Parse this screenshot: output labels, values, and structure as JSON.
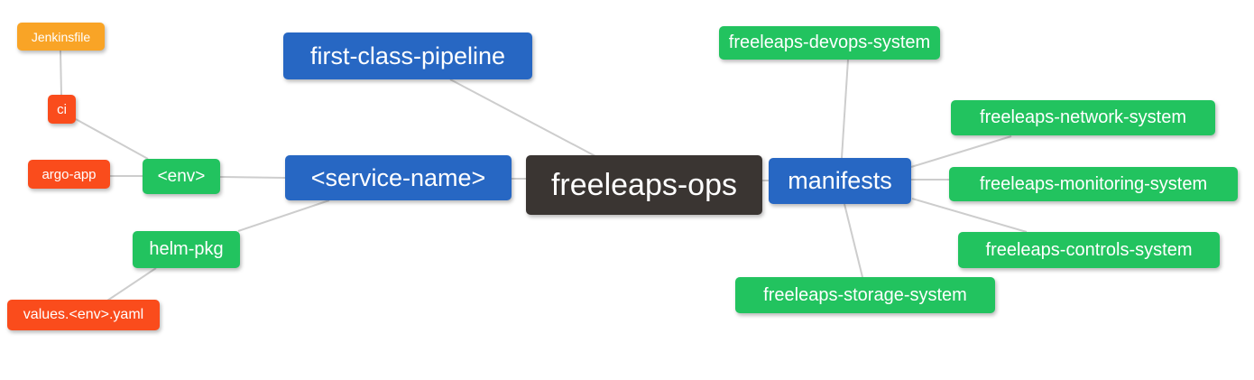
{
  "diagram": {
    "type": "mindmap",
    "root": "freeleaps-ops",
    "background": "#ffffff"
  },
  "colors": {
    "blue": "#2767c3",
    "green": "#22c35f",
    "orange": "#f9a426",
    "red": "#fa4c1c",
    "dark": "#3a3532",
    "edge": "#cdcdcd",
    "node_text": "#ffffff"
  },
  "nodes": {
    "jenkinsfile": {
      "label": "Jenkinsfile",
      "color": "#f9a426"
    },
    "ci": {
      "label": "ci",
      "color": "#fa4c1c"
    },
    "argo_app": {
      "label": "argo-app",
      "color": "#fa4c1c"
    },
    "env": {
      "label": "<env>",
      "color": "#22c35f"
    },
    "helm_pkg": {
      "label": "helm-pkg",
      "color": "#22c35f"
    },
    "values_env_yaml": {
      "label": "values.<env>.yaml",
      "color": "#fa4c1c"
    },
    "first_class_pipeline": {
      "label": "first-class-pipeline",
      "color": "#2767c3"
    },
    "service_name": {
      "label": "<service-name>",
      "color": "#2767c3"
    },
    "freeleaps_ops": {
      "label": "freeleaps-ops",
      "color": "#3a3532"
    },
    "manifests": {
      "label": "manifests",
      "color": "#2767c3"
    },
    "devops_system": {
      "label": "freeleaps-devops-system",
      "color": "#22c35f"
    },
    "network_system": {
      "label": "freeleaps-network-system",
      "color": "#22c35f"
    },
    "monitoring_system": {
      "label": "freeleaps-monitoring-system",
      "color": "#22c35f"
    },
    "controls_system": {
      "label": "freeleaps-controls-system",
      "color": "#22c35f"
    },
    "storage_system": {
      "label": "freeleaps-storage-system",
      "color": "#22c35f"
    }
  },
  "edges": [
    {
      "from": "jenkinsfile",
      "to": "ci"
    },
    {
      "from": "ci",
      "to": "env"
    },
    {
      "from": "argo_app",
      "to": "env"
    },
    {
      "from": "env",
      "to": "service_name"
    },
    {
      "from": "service_name",
      "to": "helm_pkg"
    },
    {
      "from": "helm_pkg",
      "to": "values_env_yaml"
    },
    {
      "from": "service_name",
      "to": "freeleaps_ops"
    },
    {
      "from": "first_class_pipeline",
      "to": "freeleaps_ops"
    },
    {
      "from": "freeleaps_ops",
      "to": "manifests"
    },
    {
      "from": "manifests",
      "to": "devops_system"
    },
    {
      "from": "manifests",
      "to": "network_system"
    },
    {
      "from": "manifests",
      "to": "monitoring_system"
    },
    {
      "from": "manifests",
      "to": "controls_system"
    },
    {
      "from": "manifests",
      "to": "storage_system"
    }
  ]
}
